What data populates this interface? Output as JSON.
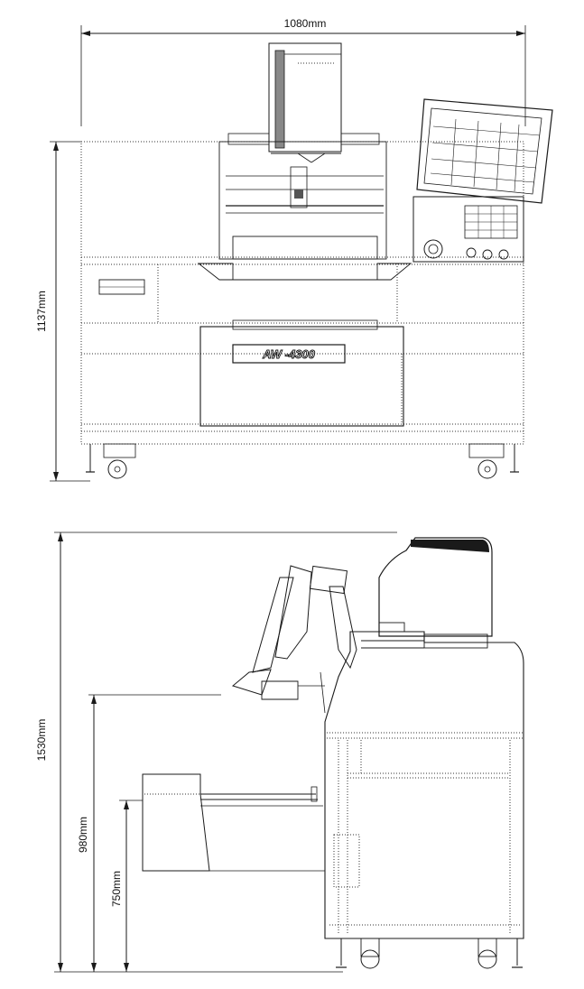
{
  "front_view": {
    "width_label": "1080mm",
    "height_label": "1137mm",
    "model_badge": "AW -4300"
  },
  "side_view": {
    "height_total_label": "1530mm",
    "height_table_label": "980mm",
    "height_tray_label": "750mm"
  }
}
